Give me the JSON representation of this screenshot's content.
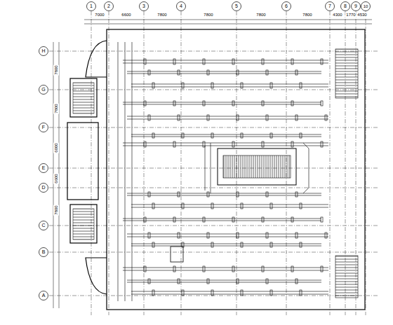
{
  "diagram": {
    "labels": [
      "1",
      "2",
      "3",
      "4",
      "5",
      "6",
      "7",
      "8",
      "9",
      "10",
      "7000",
      "6600",
      "7800",
      "7800",
      "7800",
      "7800",
      "4300",
      "1770",
      "4530",
      "H",
      "G",
      "F",
      "E",
      "D",
      "C",
      "B",
      "A",
      "7800",
      "7800",
      "6000",
      "6600",
      "7800"
    ]
  }
}
